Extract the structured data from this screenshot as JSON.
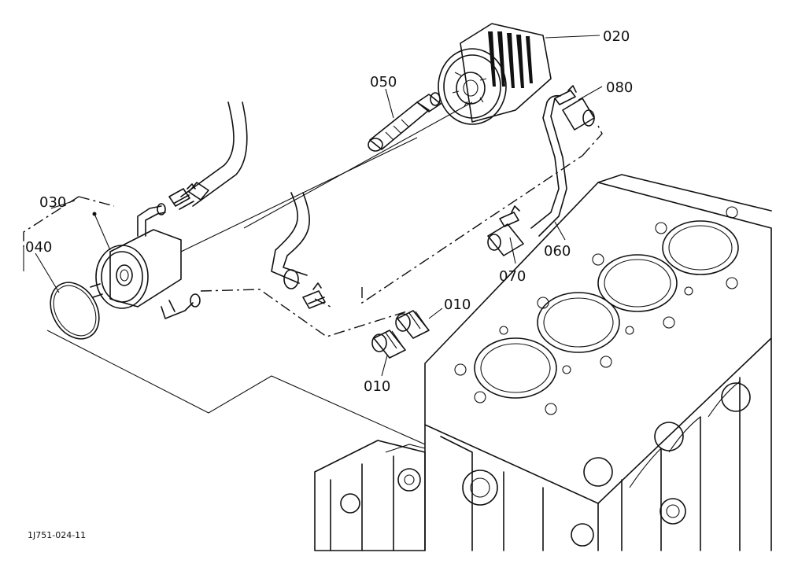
{
  "drawing_number": "1J751-024-11",
  "callouts": {
    "c020": "020",
    "c080": "080",
    "c050": "050",
    "c030": "030",
    "c040": "040",
    "c060": "060",
    "c070": "070",
    "c010a": "010",
    "c010b": "010"
  }
}
